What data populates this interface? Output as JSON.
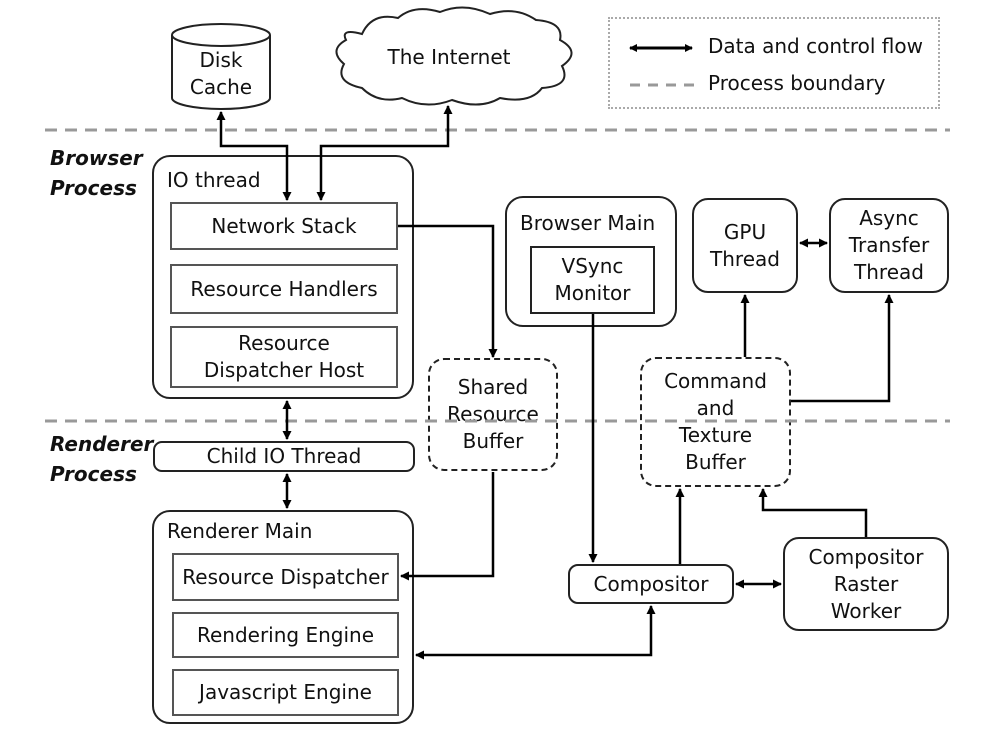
{
  "legend": {
    "flow_label": "Data and control flow",
    "boundary_label": "Process boundary"
  },
  "process_labels": {
    "browser_line1": "Browser",
    "browser_line2": "Process",
    "renderer_line1": "Renderer",
    "renderer_line2": "Process"
  },
  "nodes": {
    "disk_cache": [
      "Disk",
      "Cache"
    ],
    "internet": "The Internet",
    "io_thread": "IO thread",
    "network_stack": "Network Stack",
    "resource_handlers": "Resource Handlers",
    "resource_dispatcher_host": [
      "Resource",
      "Dispatcher Host"
    ],
    "browser_main": "Browser Main",
    "vsync_monitor": [
      "VSync",
      "Monitor"
    ],
    "gpu_thread": [
      "GPU",
      "Thread"
    ],
    "async_transfer_thread": [
      "Async",
      "Transfer",
      "Thread"
    ],
    "shared_resource_buffer": [
      "Shared",
      "Resource",
      "Buffer"
    ],
    "command_texture_buffer": [
      "Command",
      "and",
      "Texture",
      "Buffer"
    ],
    "child_io_thread": "Child IO Thread",
    "renderer_main": "Renderer Main",
    "resource_dispatcher": "Resource Dispatcher",
    "rendering_engine": "Rendering Engine",
    "javascript_engine": "Javascript Engine",
    "compositor": "Compositor",
    "compositor_raster_worker": [
      "Compositor",
      "Raster",
      "Worker"
    ]
  }
}
